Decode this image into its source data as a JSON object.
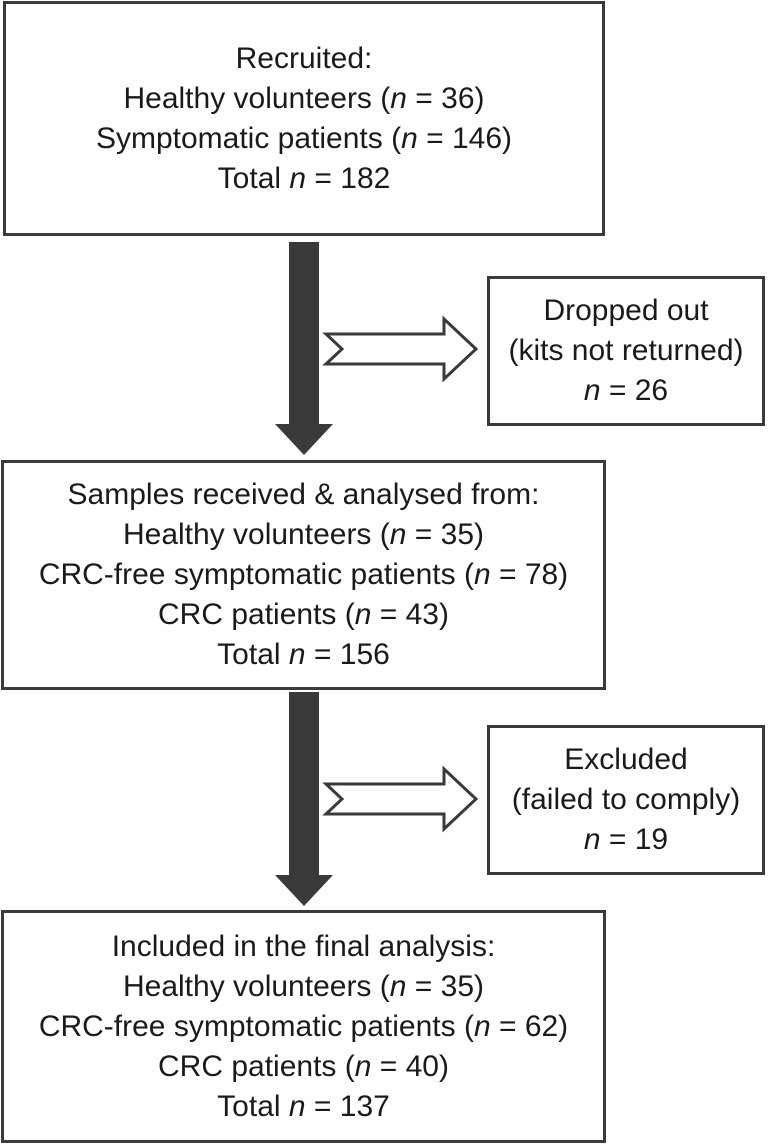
{
  "boxes": {
    "recruited": {
      "lines": [
        {
          "pre": "Recruited:",
          "n": "",
          "post": ""
        },
        {
          "pre": "Healthy volunteers (",
          "n": "n",
          "post": " = 36)"
        },
        {
          "pre": "Symptomatic patients (",
          "n": "n",
          "post": " = 146)"
        },
        {
          "pre": "Total ",
          "n": "n",
          "post": " = 182"
        }
      ]
    },
    "dropped": {
      "lines": [
        {
          "pre": "Dropped out",
          "n": "",
          "post": ""
        },
        {
          "pre": "(kits not returned)",
          "n": "",
          "post": ""
        },
        {
          "pre": "",
          "n": "n",
          "post": " = 26"
        }
      ]
    },
    "samples": {
      "lines": [
        {
          "pre": "Samples received & analysed from:",
          "n": "",
          "post": ""
        },
        {
          "pre": "Healthy volunteers (",
          "n": "n",
          "post": " = 35)"
        },
        {
          "pre": "CRC-free symptomatic patients (",
          "n": "n",
          "post": " = 78)"
        },
        {
          "pre": "CRC patients (",
          "n": "n",
          "post": " = 43)"
        },
        {
          "pre": "Total ",
          "n": "n",
          "post": " = 156"
        }
      ]
    },
    "excluded": {
      "lines": [
        {
          "pre": "Excluded",
          "n": "",
          "post": ""
        },
        {
          "pre": "(failed to comply)",
          "n": "",
          "post": ""
        },
        {
          "pre": "",
          "n": "n",
          "post": " = 19"
        }
      ]
    },
    "final": {
      "lines": [
        {
          "pre": "Included in the final analysis:",
          "n": "",
          "post": ""
        },
        {
          "pre": "Healthy volunteers (",
          "n": "n",
          "post": " = 35)"
        },
        {
          "pre": "CRC-free symptomatic patients (",
          "n": "n",
          "post": " = 62)"
        },
        {
          "pre": "CRC patients (",
          "n": "n",
          "post": " = 40)"
        },
        {
          "pre": "Total ",
          "n": "n",
          "post": " = 137"
        }
      ]
    }
  },
  "colors": {
    "border": "#3a3a3a",
    "main_arrow": "#3a3a3a",
    "side_arrow_fill": "#ffffff",
    "side_arrow_stroke": "#3a3a3a",
    "text": "#1a1a1a"
  }
}
